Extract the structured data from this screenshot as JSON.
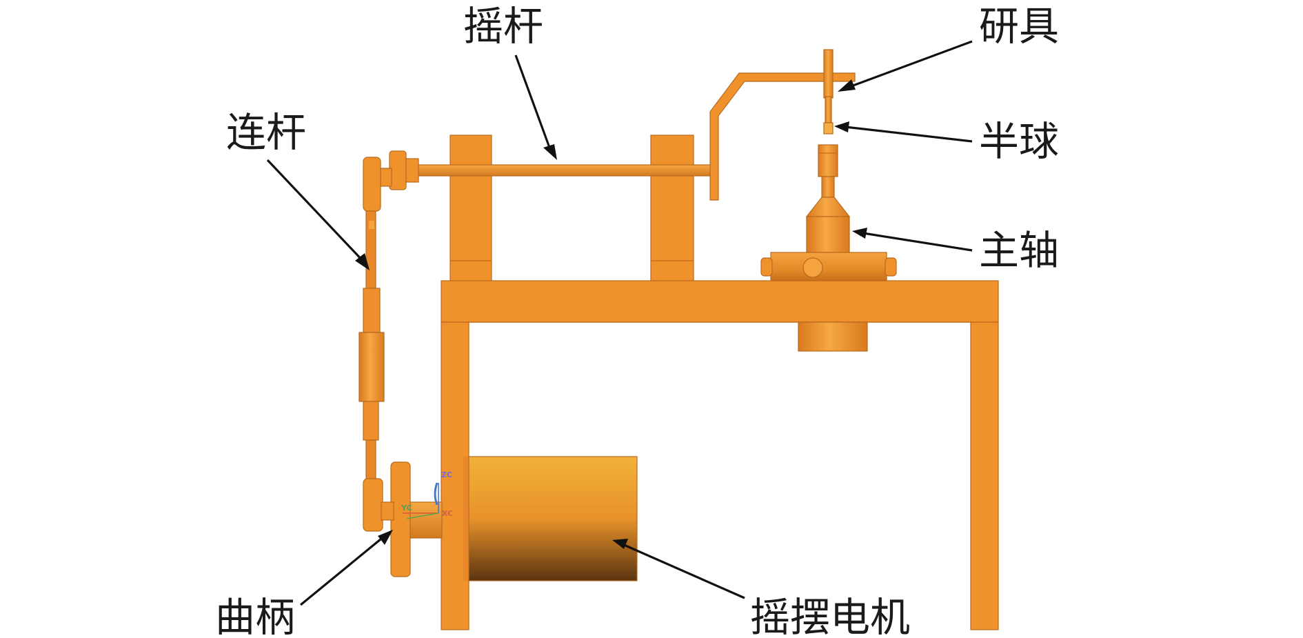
{
  "labels": {
    "rocker": "摇杆",
    "lapping_tool": "研具",
    "connecting_rod": "连杆",
    "hemisphere": "半球",
    "spindle": "主轴",
    "crank": "曲柄",
    "swing_motor": "摇摆电机"
  },
  "axis_markers": {
    "zc": "ZC",
    "xc": "XC",
    "yc": "YC"
  },
  "colors": {
    "body": "#f0922c",
    "body_dark": "#d27a22",
    "motor_top": "#f2b23a",
    "motor_bottom": "#5a3410",
    "leader": "#111111",
    "label": "#1a1a1a"
  }
}
